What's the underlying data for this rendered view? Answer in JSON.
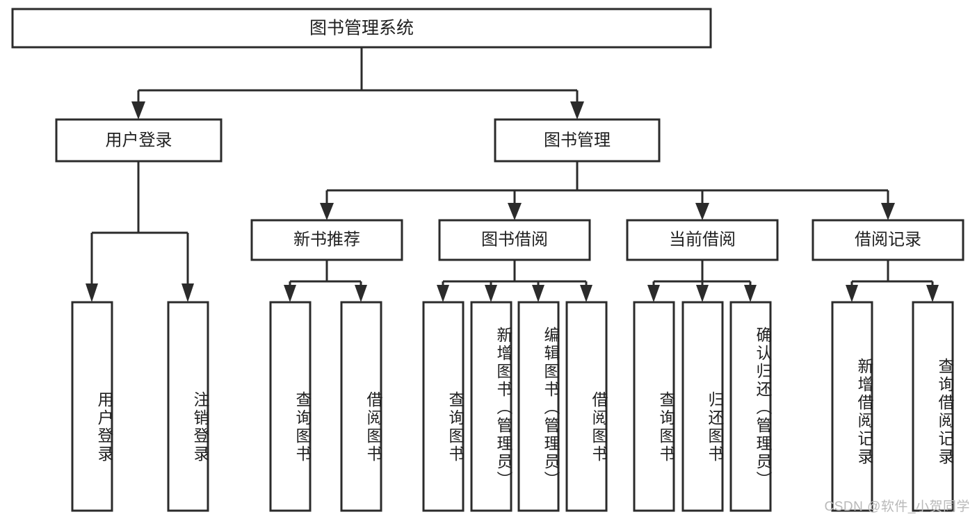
{
  "diagram": {
    "title": "图书管理系统",
    "type": "tree-hierarchy-chart",
    "watermark": "CSDN @软件_小贺同学",
    "colors": {
      "stroke": "#2b2b2b",
      "box_fill": "#ffffff",
      "text": "#1f1f1f",
      "background": "#ffffff",
      "watermark": "#b9b9b9"
    },
    "root": {
      "id": "root",
      "label": "图书管理系统"
    },
    "level2": [
      {
        "id": "user-login",
        "label": "用户登录"
      },
      {
        "id": "book-management",
        "label": "图书管理"
      }
    ],
    "level3": [
      {
        "id": "new-book-recommend",
        "label": "新书推荐",
        "parent": "book-management"
      },
      {
        "id": "book-borrow",
        "label": "图书借阅",
        "parent": "book-management"
      },
      {
        "id": "current-borrow",
        "label": "当前借阅",
        "parent": "book-management"
      },
      {
        "id": "borrow-record",
        "label": "借阅记录",
        "parent": "book-management"
      }
    ],
    "leaves": [
      {
        "id": "leaf-user-login",
        "label": "用户登录",
        "parent": "user-login"
      },
      {
        "id": "leaf-logout-login",
        "label": "注销登录",
        "parent": "user-login"
      },
      {
        "id": "leaf-query-book-1",
        "label": "查询图书",
        "parent": "new-book-recommend"
      },
      {
        "id": "leaf-borrow-book-1",
        "label": "借阅图书",
        "parent": "new-book-recommend"
      },
      {
        "id": "leaf-query-book-2",
        "label": "查询图书",
        "parent": "book-borrow"
      },
      {
        "id": "leaf-add-book",
        "label": "新增图书（管理员）",
        "parent": "book-borrow"
      },
      {
        "id": "leaf-edit-book",
        "label": "编辑图书（管理员）",
        "parent": "book-borrow"
      },
      {
        "id": "leaf-borrow-book-2",
        "label": "借阅图书",
        "parent": "book-borrow"
      },
      {
        "id": "leaf-query-book-3",
        "label": "查询图书",
        "parent": "current-borrow"
      },
      {
        "id": "leaf-return-book",
        "label": "归还图书",
        "parent": "current-borrow"
      },
      {
        "id": "leaf-confirm-return",
        "label": "确认归还（管理员）",
        "parent": "current-borrow"
      },
      {
        "id": "leaf-add-borrow-record",
        "label": "新增借阅记录",
        "parent": "borrow-record"
      },
      {
        "id": "leaf-query-borrow-record",
        "label": "查询借阅记录",
        "parent": "borrow-record"
      }
    ]
  }
}
